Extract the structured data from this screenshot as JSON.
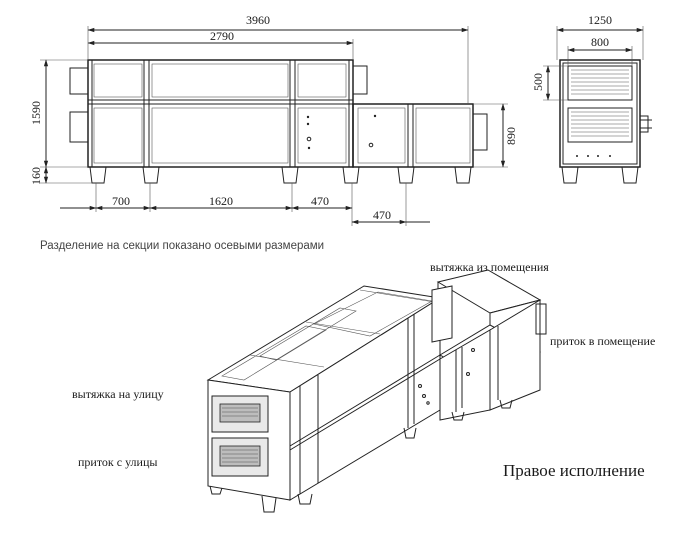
{
  "dimensions": {
    "overall_length": "3960",
    "main_length": "2790",
    "overall_width": "1250",
    "inner_width": "800",
    "main_height": "1590",
    "leg_height": "160",
    "rear_height": "890",
    "damper_height": "500",
    "seg_1": "700",
    "seg_2": "1620",
    "seg_3": "470",
    "seg_4": "470"
  },
  "note": "Разделение на секции показано осевыми размерами",
  "labels": {
    "exhaust_from_room": "вытяжка из помещения",
    "supply_to_room": "приток в помещение",
    "exhaust_to_street": "вытяжка на улицу",
    "supply_from_street": "приток с улицы",
    "variant": "Правое исполнение"
  }
}
